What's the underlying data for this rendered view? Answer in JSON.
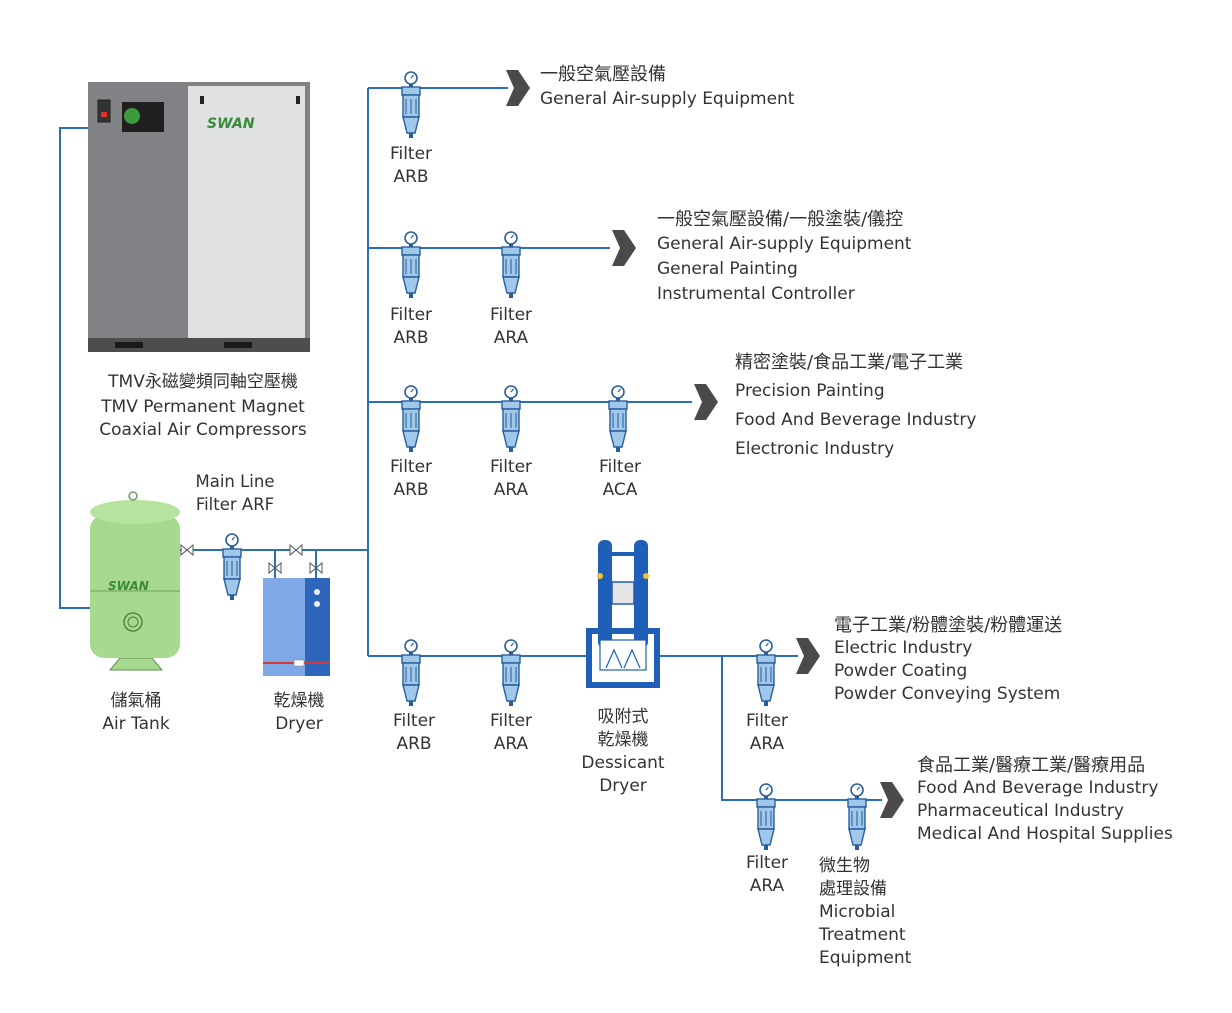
{
  "colors": {
    "pipe": "#2b6fb5",
    "filter_body": "#9fc8ea",
    "filter_dark": "#2a5e9a",
    "arrow": "#4a4a4a",
    "tank": "#a7d98f",
    "compressor_panel": "#808285",
    "dessicant_dryer": "#1f5fb8",
    "dryer": "#5c8fd8",
    "swan_green": "#3a8a3a"
  },
  "equipment": {
    "compressor": {
      "brand": "SWAN",
      "label_zh": "TMV永磁變頻同軸空壓機",
      "label_en_1": "TMV Permanent Magnet",
      "label_en_2": "Coaxial Air Compressors"
    },
    "tank": {
      "brand": "SWAN",
      "label_zh": "儲氣桶",
      "label_en": "Air Tank"
    },
    "main_filter": {
      "label_1": "Main Line",
      "label_2": "Filter ARF"
    },
    "dryer": {
      "label_zh": "乾燥機",
      "label_en": "Dryer"
    },
    "dessicant_dryer": {
      "label_zh_1": "吸附式",
      "label_zh_2": "乾燥機",
      "label_en_1": "Dessicant",
      "label_en_2": "Dryer"
    },
    "microbial": {
      "label_zh_1": "微生物",
      "label_zh_2": "處理設備",
      "label_en_1": "Microbial",
      "label_en_2": "Treatment",
      "label_en_3": "Equipment"
    }
  },
  "filters": [
    {
      "word": "Filter",
      "code": "ARB"
    },
    {
      "word": "Filter",
      "code": "ARB"
    },
    {
      "word": "Filter",
      "code": "ARA"
    },
    {
      "word": "Filter",
      "code": "ARB"
    },
    {
      "word": "Filter",
      "code": "ARA"
    },
    {
      "word": "Filter",
      "code": "ACA"
    },
    {
      "word": "Filter",
      "code": "ARB"
    },
    {
      "word": "Filter",
      "code": "ARA"
    },
    {
      "word": "Filter",
      "code": "ARA"
    },
    {
      "word": "Filter",
      "code": "ARA"
    }
  ],
  "destinations": [
    {
      "zh": "一般空氣壓設備",
      "en": [
        "General Air-supply Equipment"
      ]
    },
    {
      "zh": "一般空氣壓設備/一般塗裝/儀控",
      "en": [
        "General Air-supply Equipment",
        "General Painting",
        "Instrumental Controller"
      ]
    },
    {
      "zh": "精密塗裝/食品工業/電子工業",
      "en": [
        "Precision Painting",
        "Food And Beverage Industry",
        "Electronic Industry"
      ]
    },
    {
      "zh": "電子工業/粉體塗裝/粉體運送",
      "en": [
        "Electric Industry",
        "Powder Coating",
        "Powder Conveying System"
      ]
    },
    {
      "zh": "食品工業/醫療工業/醫療用品",
      "en": [
        "Food And Beverage Industry",
        "Pharmaceutical Industry",
        "Medical And Hospital Supplies"
      ]
    }
  ]
}
